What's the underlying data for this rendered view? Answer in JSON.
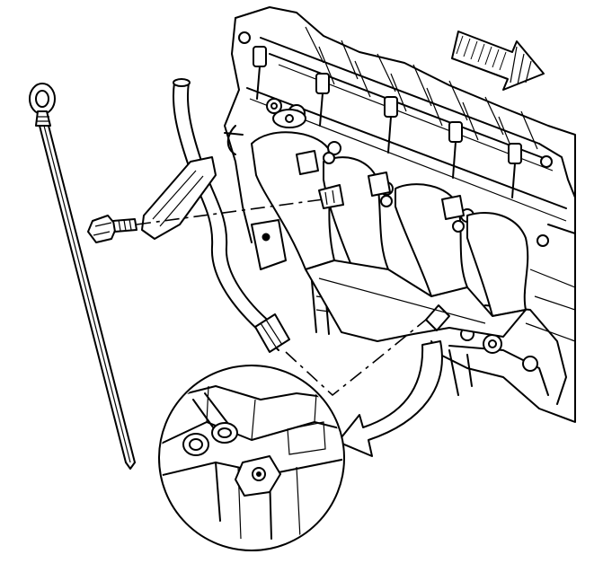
{
  "diagram": {
    "components": [
      {
        "id": "dipstick",
        "icon": "oil-dipstick-icon"
      },
      {
        "id": "dipstick-tube",
        "icon": "dipstick-tube-icon"
      },
      {
        "id": "tube-bracket",
        "icon": "bracket-icon"
      },
      {
        "id": "bracket-bolt",
        "icon": "bolt-icon"
      },
      {
        "id": "exhaust-manifold",
        "icon": "exhaust-manifold-icon"
      },
      {
        "id": "engine-block",
        "icon": "engine-block-icon"
      },
      {
        "id": "direction-arrow",
        "icon": "front-direction-arrow-icon"
      },
      {
        "id": "detail-view",
        "icon": "magnified-detail-circle-icon"
      },
      {
        "id": "callout-arrow",
        "icon": "curved-arrow-icon"
      }
    ],
    "colors": {
      "line": "#000000",
      "background": "#ffffff"
    }
  }
}
